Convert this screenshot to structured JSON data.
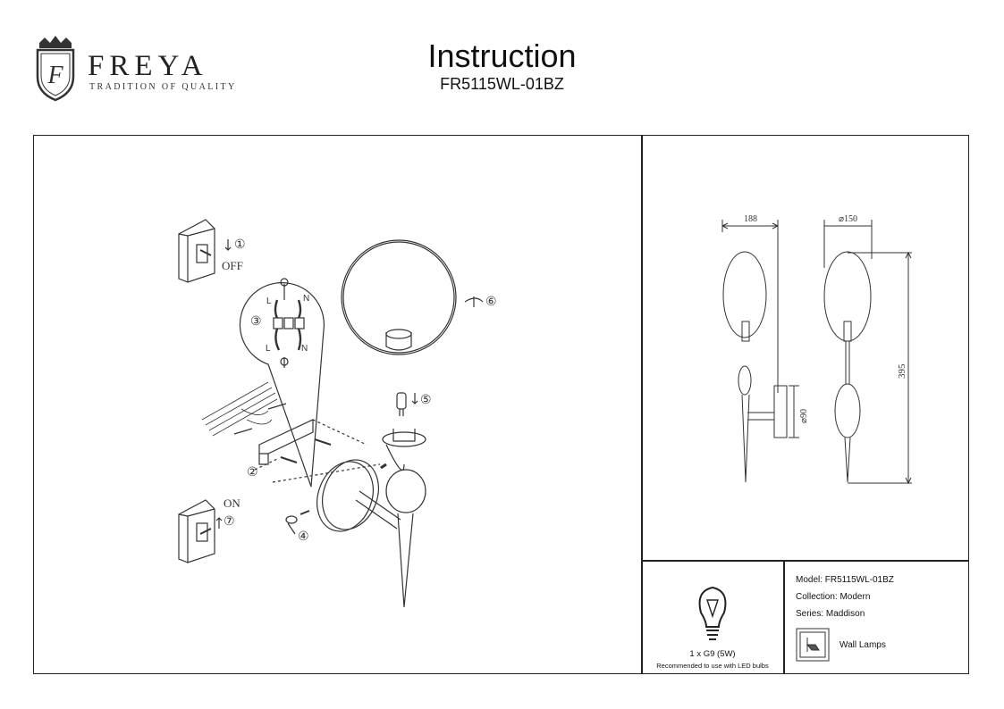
{
  "header": {
    "brand": "FREYA",
    "tagline": "TRADITION OF QUALITY",
    "title": "Instruction",
    "model_code": "FR5115WL-01BZ"
  },
  "assembly": {
    "steps": [
      "①",
      "②",
      "③",
      "④",
      "⑤",
      "⑥",
      "⑦"
    ],
    "off_label": "OFF",
    "on_label": "ON",
    "wire_labels": [
      "L",
      "N",
      "L",
      "N"
    ]
  },
  "dimensions": {
    "width": "188",
    "shade_diameter": "⌀150",
    "height": "395",
    "base_diameter": "⌀90"
  },
  "bulb": {
    "spec": "1 x G9 (5W)",
    "note": "Recommended to use with LED bulbs"
  },
  "specs": {
    "model": "Model: FR5115WL-01BZ",
    "collection": "Collection: Modern",
    "series": "Series: Maddison",
    "type": "Wall Lamps"
  },
  "icons": [
    "freya-crest-icon",
    "light-bulb-icon",
    "wall-lamp-icon"
  ]
}
